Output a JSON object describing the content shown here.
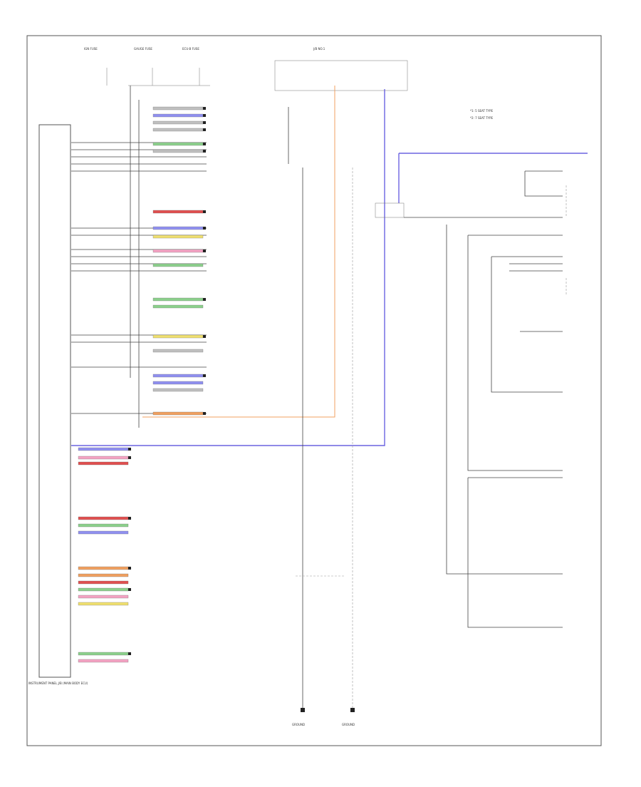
{
  "diagram": {
    "legend": [
      "*1: 5 SEAT TYPE",
      "*2: 7 SEAT TYPE"
    ],
    "top_components": [
      "IGN FUSE",
      "GAUGE FUSE",
      "ECU-B FUSE"
    ],
    "top_right_component": "J/B NO.1",
    "main_ecu": "INSTRUMENT PANEL J/B (MAIN BODY ECU)",
    "ground_points": [
      "GROUND",
      "GROUND"
    ],
    "colors": {
      "blue_wire": "#6b63e0",
      "orange_wire": "#f0a060",
      "pink": "#f4a3c3",
      "green": "#8cd08c",
      "red": "#e05050",
      "yellow": "#f0e070",
      "gray": "#c0c0c0"
    },
    "swatch_colors": [
      "#f4a3c3",
      "#8cd08c",
      "#c0c0c0",
      "#f0e070",
      "#9090f0",
      "#e05050",
      "#f0a060",
      "#c0c0c0",
      "#8cd08c",
      "#f4a3c3"
    ]
  }
}
